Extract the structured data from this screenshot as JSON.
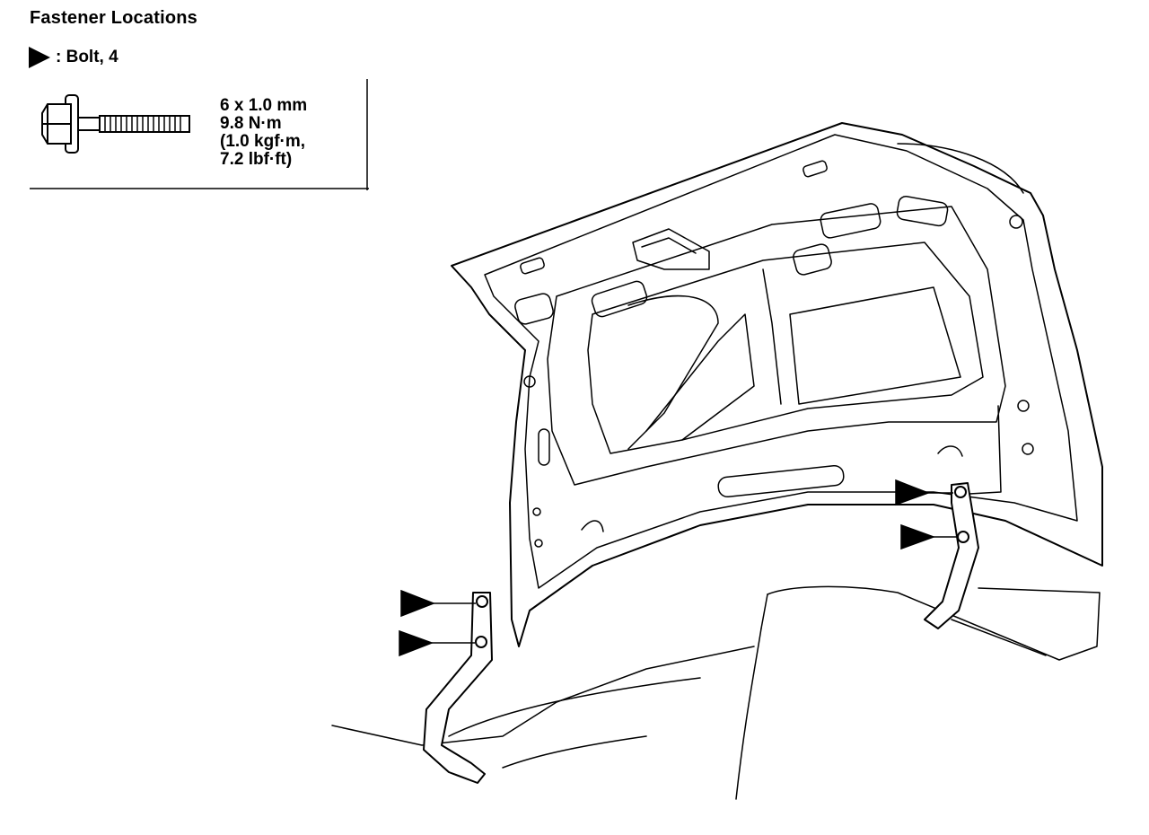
{
  "title": "Fastener Locations",
  "legend": {
    "symbol": "arrow-pointer-icon",
    "label": ": Bolt, 4"
  },
  "bolt_spec": {
    "lines": [
      "6 x 1.0 mm",
      "9.8 N·m",
      "(1.0 kgf·m,",
      "7.2 lbf·ft)"
    ]
  },
  "colors": {
    "ink": "#000000",
    "paper": "#ffffff"
  }
}
